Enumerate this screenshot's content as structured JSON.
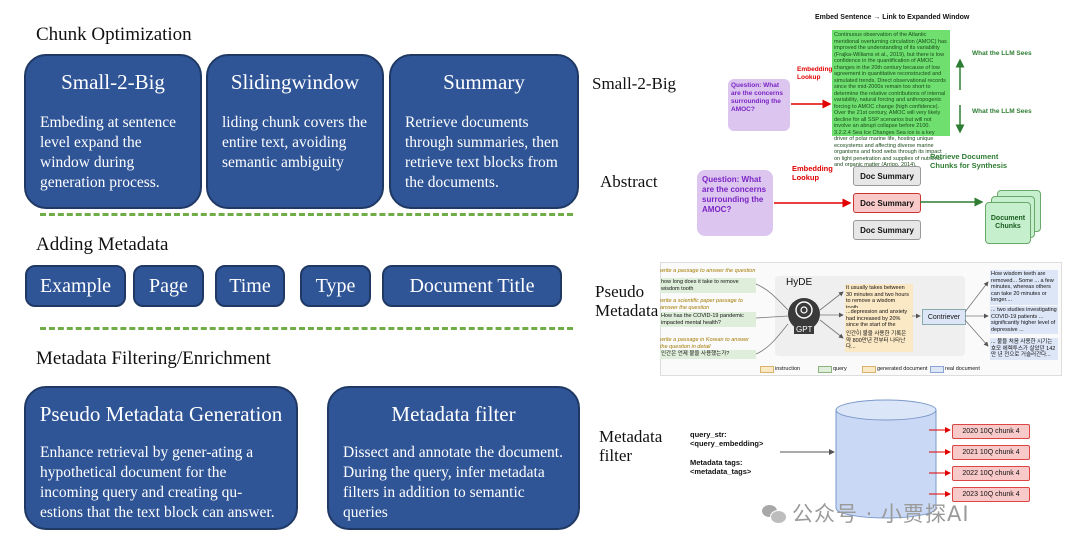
{
  "left": {
    "section1_title": "Chunk Optimization",
    "cards1": [
      {
        "title": "Small-2-Big",
        "body": "Embeding at sentence level expand the window during generation process."
      },
      {
        "title": "Slidingwindow",
        "body": "liding chunk covers the entire text, avoiding semantic ambiguity"
      },
      {
        "title": "Summary",
        "body": "Retrieve documents through summaries, then retrieve text blocks from the documents."
      }
    ],
    "section2_title": "Adding Metadata",
    "pills": [
      "Example",
      "Page",
      "Time",
      "Type",
      "Document Title"
    ],
    "section3_title": "Metadata Filtering/Enrichment",
    "cards3": [
      {
        "title": "Pseudo Metadata Generation",
        "body": "Enhance retrieval by gener-ating a hypothetical document for the incoming query and creating qu-estions that the text block can answer."
      },
      {
        "title": "Metadata filter",
        "body": "Dissect and annotate the document. During the query, infer metadata filters in addition to semantic queries"
      }
    ]
  },
  "right": {
    "labels": {
      "small2big": "Small-2-Big",
      "abstract": "Abstract",
      "pseudo": "Pseudo Metadata",
      "metafilter": "Metadata filter"
    },
    "s2b": {
      "header": "Embed Sentence → Link to Expanded Window",
      "question": "Question: What are the concerns surrounding the AMOC?",
      "lookup": "Embedding Lookup",
      "llm_sees": "What the LLM Sees",
      "passage": "Continuous observation of the Atlantic meridional overturning circulation (AMOC) has improved the understanding of its variability (Frajka-Williams et al., 2019), but there is low confidence in the quantification of AMOC changes in the 20th century because of low agreement in quantitative reconstructed and simulated trends. Direct observational records since the mid-2000s remain too short to determine the relative contributions of internal variability, natural forcing and anthropogenic forcing to AMOC change (high confidence). Over the 21st century, AMOC will very likely decline for all SSP scenarios but will not involve an abrupt collapse before 2100. 3.2.2.4 Sea Ice Changes Sea ice is a key driver of polar marine life, hosting unique ecosystems and affecting diverse marine organisms and food webs through its impact on light penetration and supplies of nutrients and organic matter (Arrigo, 2014)."
    },
    "abs": {
      "question": "Question: What are the concerns surrounding the AMOC?",
      "lookup": "Embedding Lookup",
      "doc_summary": "Doc Summary",
      "retrieve": "Retrieve Document Chunks for Synthesis",
      "chunks": "Document Chunks"
    },
    "hyde": {
      "title": "HyDE",
      "gpt": "GPT",
      "contriever": "Contriever",
      "instructions": [
        "write a passage to answer the question",
        "write a scientific paper passage to answer the question",
        "write a passage in Korean to answer the question in detail"
      ],
      "queries": [
        "how long does it take to remove wisdom tooth",
        "How has the COVID-19 pandemic impacted mental health?",
        "인간은 언제 불을 사용했는가?"
      ],
      "generated": [
        "It usually takes between 30 minutes and two hours to remove a wisdom tooth...",
        "...depression and anxiety had increased by 20% since the start of the pandemic...",
        "인간이 불을 사용한 기록은 약 800만년 전부터 나타난다..."
      ],
      "real": [
        "How wisdom teeth are removed... Some ... a few minutes, whereas others can take 20 minutes or longer....",
        "... two studies investigating COVID-19 patients ... significantly higher level of depressive ...",
        "... 불을 처음 사용한 시기는 호모 에렉투스가 살았던 142만 년 전으로 거슬러간다..."
      ],
      "legend": [
        "instruction",
        "query",
        "generated document",
        "real document"
      ]
    },
    "mf": {
      "query_str": "query_str: <query_embedding>",
      "tags": "Metadata tags: <metadata_tags>",
      "rows": [
        "2020 10Q",
        "2021 10Q",
        "2022 10Q",
        "2023 10Q"
      ],
      "chunks": [
        "2020 10Q chunk 4",
        "2021 10Q chunk 4",
        "2022 10Q chunk 4",
        "2023 10Q chunk 4"
      ]
    }
  },
  "watermark": "公众号 · 小贾探AI",
  "colors": {
    "card_fill": "#2f5597",
    "card_border": "#1f3864",
    "dash": "#70ad47",
    "question_purple": "#dcc6f0",
    "passage_green": "#6fe06f",
    "red_arrow": "#e00000",
    "doc_gray": "#e7e7e7",
    "doc_pink": "#f7c9c9",
    "chunk_green": "#c6efce",
    "cylinder_blue": "#c9d9f5"
  }
}
